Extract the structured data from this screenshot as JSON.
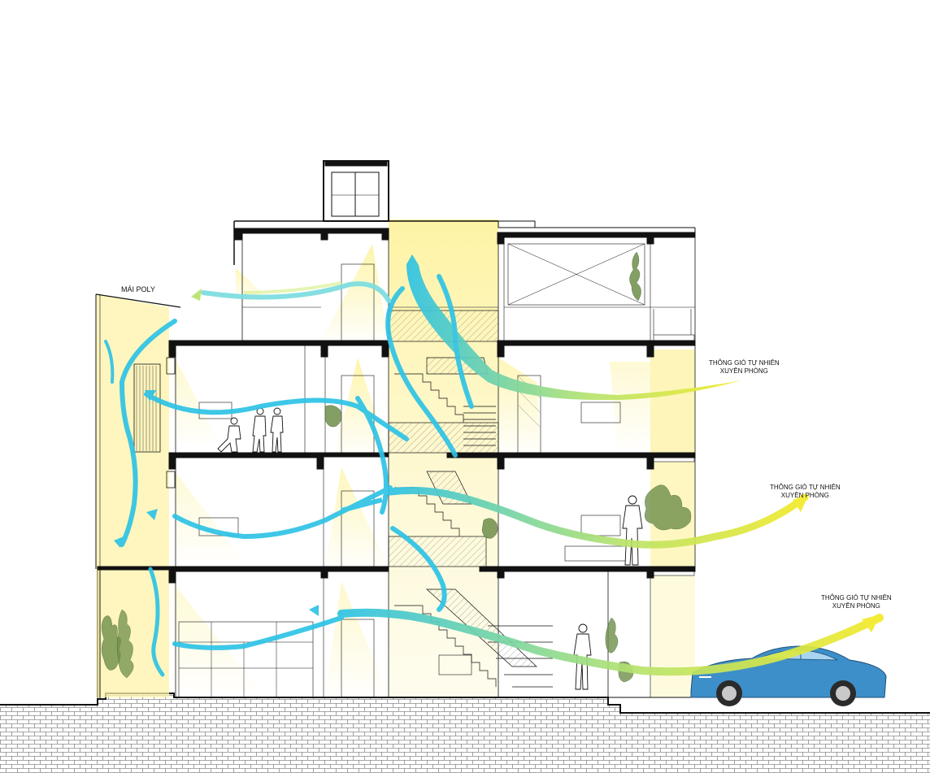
{
  "labels": {
    "roof": "MÁI POLY",
    "ventilation": [
      {
        "line1": "THÔNG GIÓ TỰ NHIÊN",
        "line2": "XUYÊN PHÒNG"
      },
      {
        "line1": "THÔNG GIÓ TỰ NHIÊN",
        "line2": "XUYÊN PHÒNG"
      },
      {
        "line1": "THÔNG GIÓ TỰ NHIÊN",
        "line2": "XUYÊN PHÒNG"
      }
    ]
  },
  "colors": {
    "light_zone": "#fdf2a6",
    "airflow_cyan": "#2ec3e6",
    "airflow_yellow": "#f2ea2a",
    "structure": "#111111",
    "car_body": "#3d8fc9",
    "ground_hatch": "#9a9a9a"
  },
  "icons": [
    "airflow-arrow-icon",
    "car-icon",
    "person-icon",
    "plant-icon",
    "stair-icon",
    "door-icon"
  ]
}
